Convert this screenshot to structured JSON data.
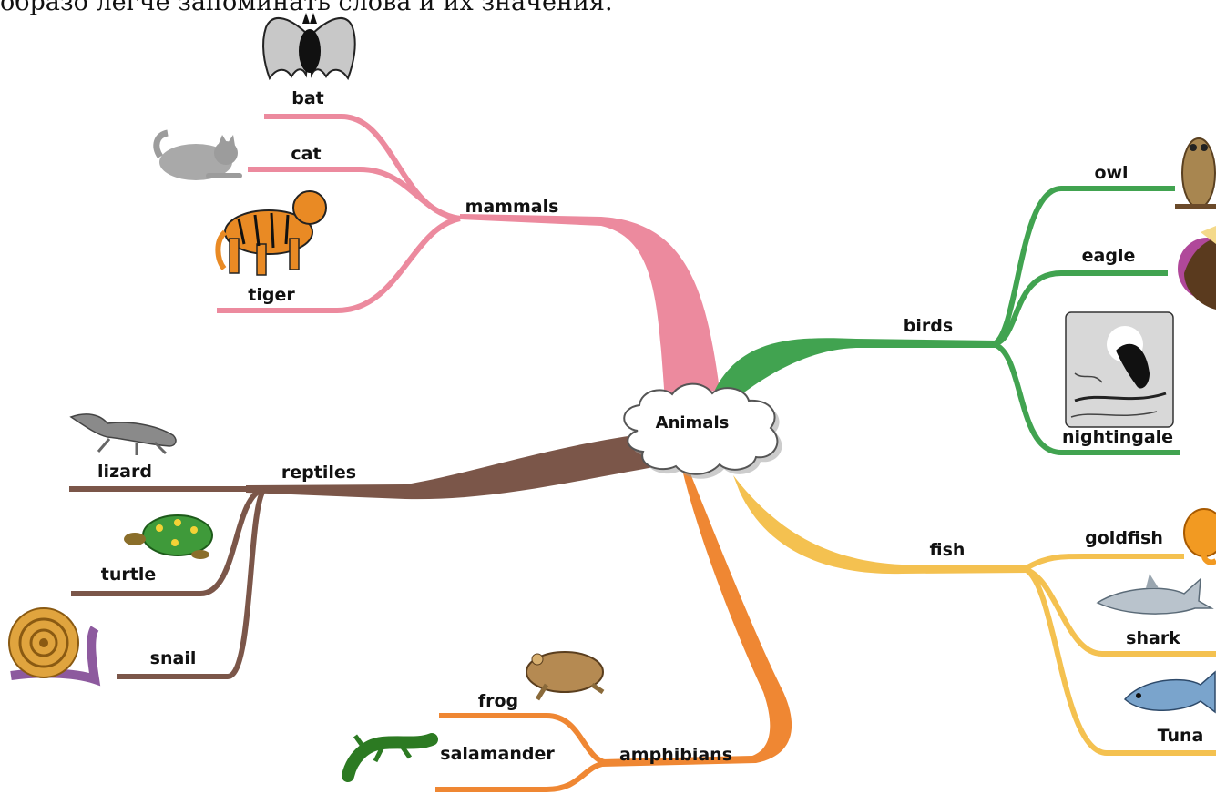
{
  "caption": "образо легче запоминать слова и их значения.",
  "center": {
    "label": "Animals"
  },
  "colors": {
    "mammals": "#ec8a9e",
    "birds": "#41a350",
    "reptiles": "#7b5649",
    "fish": "#f4c150",
    "amphibians": "#ef8733",
    "cloud_stroke": "#555555"
  },
  "branches": {
    "mammals": {
      "label": "mammals",
      "items": [
        "bat",
        "cat",
        "tiger"
      ]
    },
    "birds": {
      "label": "birds",
      "items": [
        "owl",
        "eagle",
        "nightingale"
      ]
    },
    "reptiles": {
      "label": "reptiles",
      "items": [
        "lizard",
        "turtle",
        "snail"
      ]
    },
    "fish": {
      "label": "fish",
      "items": [
        "goldfish",
        "shark",
        "Tuna"
      ]
    },
    "amphibians": {
      "label": "amphibians",
      "items": [
        "frog",
        "salamander"
      ]
    }
  }
}
